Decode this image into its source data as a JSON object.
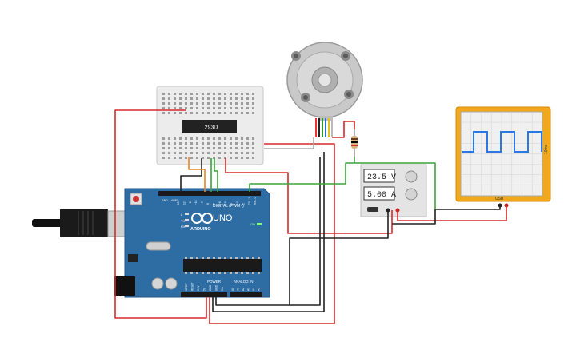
{
  "breadboard": {
    "chip_label": "L293D"
  },
  "arduino": {
    "logo_text": "ARDUINO",
    "model": "UNO",
    "digital_label": "DIGITAL (PWM~)",
    "power_label": "POWER",
    "analog_label": "ANALOG IN",
    "aref_label": "AREF",
    "gnd_label": "GND",
    "on_label": "ON",
    "tx_label": "TX",
    "rx_label": "RX",
    "l_label": "L",
    "digital_pins": [
      "13",
      "12",
      "~11",
      "~10",
      "~9",
      "8",
      "7",
      "~6",
      "~5",
      "4",
      "~3",
      "2",
      "TX→1",
      "RX←0"
    ],
    "power_pins": [
      "IOREF",
      "RESET",
      "3.3V",
      "5V",
      "GND",
      "GND",
      "Vin"
    ],
    "analog_pins": [
      "A0",
      "A1",
      "A2",
      "A3",
      "A4",
      "A5"
    ]
  },
  "power_supply": {
    "voltage": "23.5 V",
    "current": "5.00 A"
  },
  "oscilloscope": {
    "side_label": "10ms",
    "bottom_label": "USB"
  },
  "colors": {
    "board": "#2e6da4",
    "red_wire": "#d62a2a",
    "green_wire": "#3aa33a",
    "orange_wire": "#e8871e",
    "black_wire": "#222222",
    "scope_frame": "#f2a81d"
  }
}
